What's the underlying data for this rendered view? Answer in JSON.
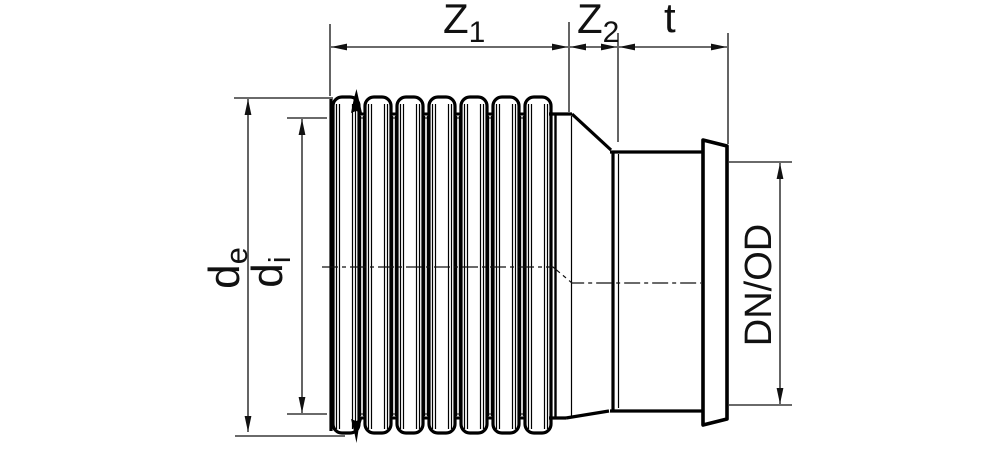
{
  "figure": {
    "type": "technical-drawing",
    "subject": "corrugated pipe adapter with socket, sectional dimension drawing",
    "background_color": "#ffffff",
    "line_color": "#000000",
    "corrugation_count": 7,
    "labels": {
      "z1": {
        "main": "Z",
        "sub": "1"
      },
      "z2": {
        "main": "Z",
        "sub": "2"
      },
      "t": {
        "main": "t",
        "sub": ""
      },
      "de": {
        "main": "d",
        "sub": "e"
      },
      "di": {
        "main": "d",
        "sub": "i"
      },
      "dnod": {
        "main": "DN/OD",
        "sub": ""
      }
    }
  }
}
